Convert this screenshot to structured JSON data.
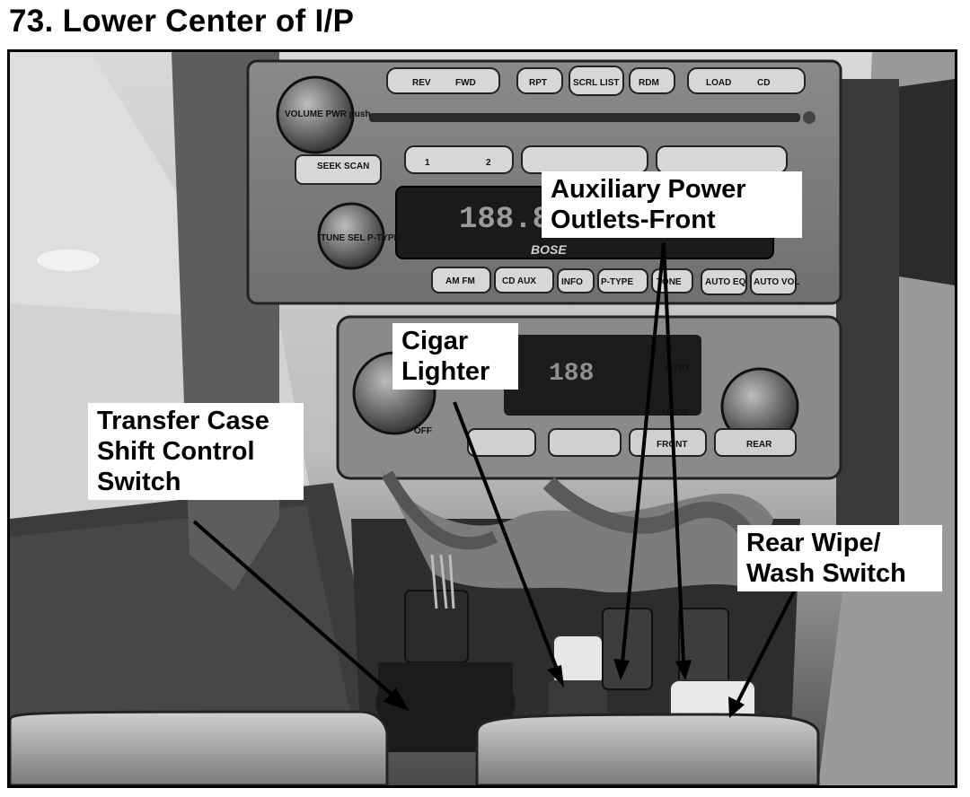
{
  "page": {
    "title": "73. Lower Center of I/P"
  },
  "callouts": {
    "aux_power": {
      "line1": "Auxiliary Power",
      "line2": "Outlets-Front"
    },
    "cigar": {
      "line1": "Cigar",
      "line2": "Lighter"
    },
    "transfer": {
      "line1": "Transfer Case",
      "line2": "Shift Control",
      "line3": "Switch"
    },
    "rear_wipe": {
      "line1": "Rear Wipe/",
      "line2": "Wash Switch"
    }
  },
  "radio": {
    "buttons": {
      "rev": "REV",
      "fwd": "FWD",
      "rpt": "RPT",
      "scroll_list": "SCRL LIST",
      "rdm": "RDM",
      "load": "LOAD",
      "cd": "CD",
      "preset1": "1",
      "preset2": "2",
      "seek_scan": "SEEK SCAN",
      "am_fm": "AM FM",
      "cd_aux": "CD AUX",
      "info": "INFO",
      "p_type": "P-TYPE",
      "tone": "TONE",
      "auto_eq": "AUTO EQ",
      "auto_vol": "AUTO VOL"
    },
    "knob_volume": "VOLUME PWR push",
    "knob_tune": "TUNE SEL P-TYPE",
    "display": "188.8",
    "brand": "BOSE"
  },
  "hvac": {
    "off": "OFF",
    "auto": "AUTO",
    "mode": "MODE",
    "front": "FRONT",
    "rear": "REAR",
    "display": "188"
  },
  "colors": {
    "border": "#000000",
    "label_bg": "#ffffff",
    "photo_dark": "#1e1e1e",
    "photo_mid": "#6a6a6a",
    "photo_light": "#c8c8c8"
  }
}
